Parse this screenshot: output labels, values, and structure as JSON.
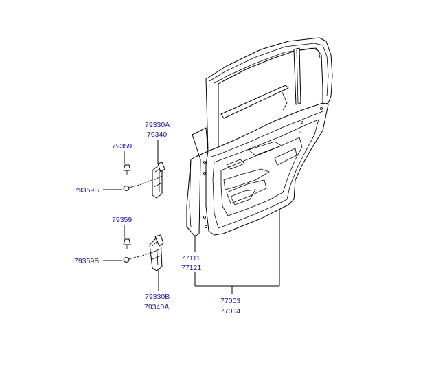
{
  "labels": {
    "hinge_upper_a": "79330A",
    "hinge_upper_b": "79340",
    "bolt_upper_top": "79359",
    "bolt_upper_side": "79359B",
    "bolt_lower_top": "79359",
    "bolt_lower_side": "79359B",
    "hinge_lower_a": "79330B",
    "hinge_lower_b": "79340A",
    "panel_a": "77111",
    "panel_b": "77121",
    "door_a": "77003",
    "door_b": "77004"
  },
  "colors": {
    "label": "#1a1aa0",
    "line": "#000000",
    "background": "#ffffff"
  }
}
